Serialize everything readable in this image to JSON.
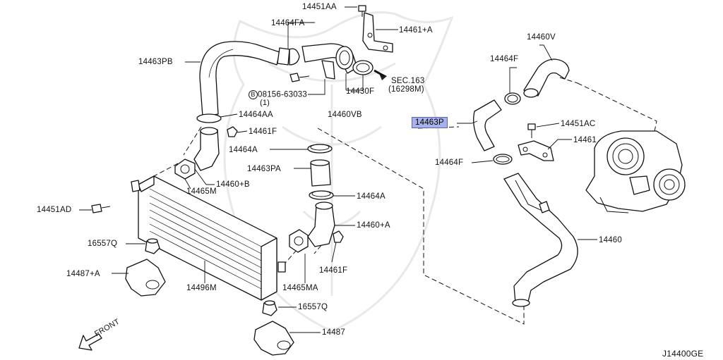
{
  "diagram_id": "J14400GE",
  "direction_label": "FRONT",
  "highlight_color": "#a9b2e8",
  "parts": {
    "p14451AA": "14451AA",
    "p14464FA": "14464FA",
    "p14461plusA": "14461+A",
    "p14463PB": "14463PB",
    "p08156": "08156-63033",
    "p08156_qty": "(1)",
    "p08156_prefix": "B",
    "p14430F": "14430F",
    "sec163": "SEC.163",
    "sec163_ref": "(16298M)",
    "p14460VB": "14460VB",
    "p14464AA": "14464AA",
    "p14461F_top": "14461F",
    "p14464A_top": "14464A",
    "p14463PA": "14463PA",
    "p14464A_mid": "14464A",
    "p14460plusB": "14460+B",
    "p14465M": "14465M",
    "p14451AD": "14451AD",
    "p14460plusA": "14460+A",
    "p16557Q_left": "16557Q",
    "p14487plusA": "14487+A",
    "p14461F_bottom": "14461F",
    "p14496M": "14496M",
    "p14465MA": "14465MA",
    "p16557Q_bottom": "16557Q",
    "p14487": "14487",
    "p14460V": "14460V",
    "p14464F_top": "14464F",
    "p14463P": "14463P",
    "p14451AC": "14451AC",
    "p14461": "14461",
    "p14464F_mid": "14464F",
    "p14460": "14460"
  }
}
